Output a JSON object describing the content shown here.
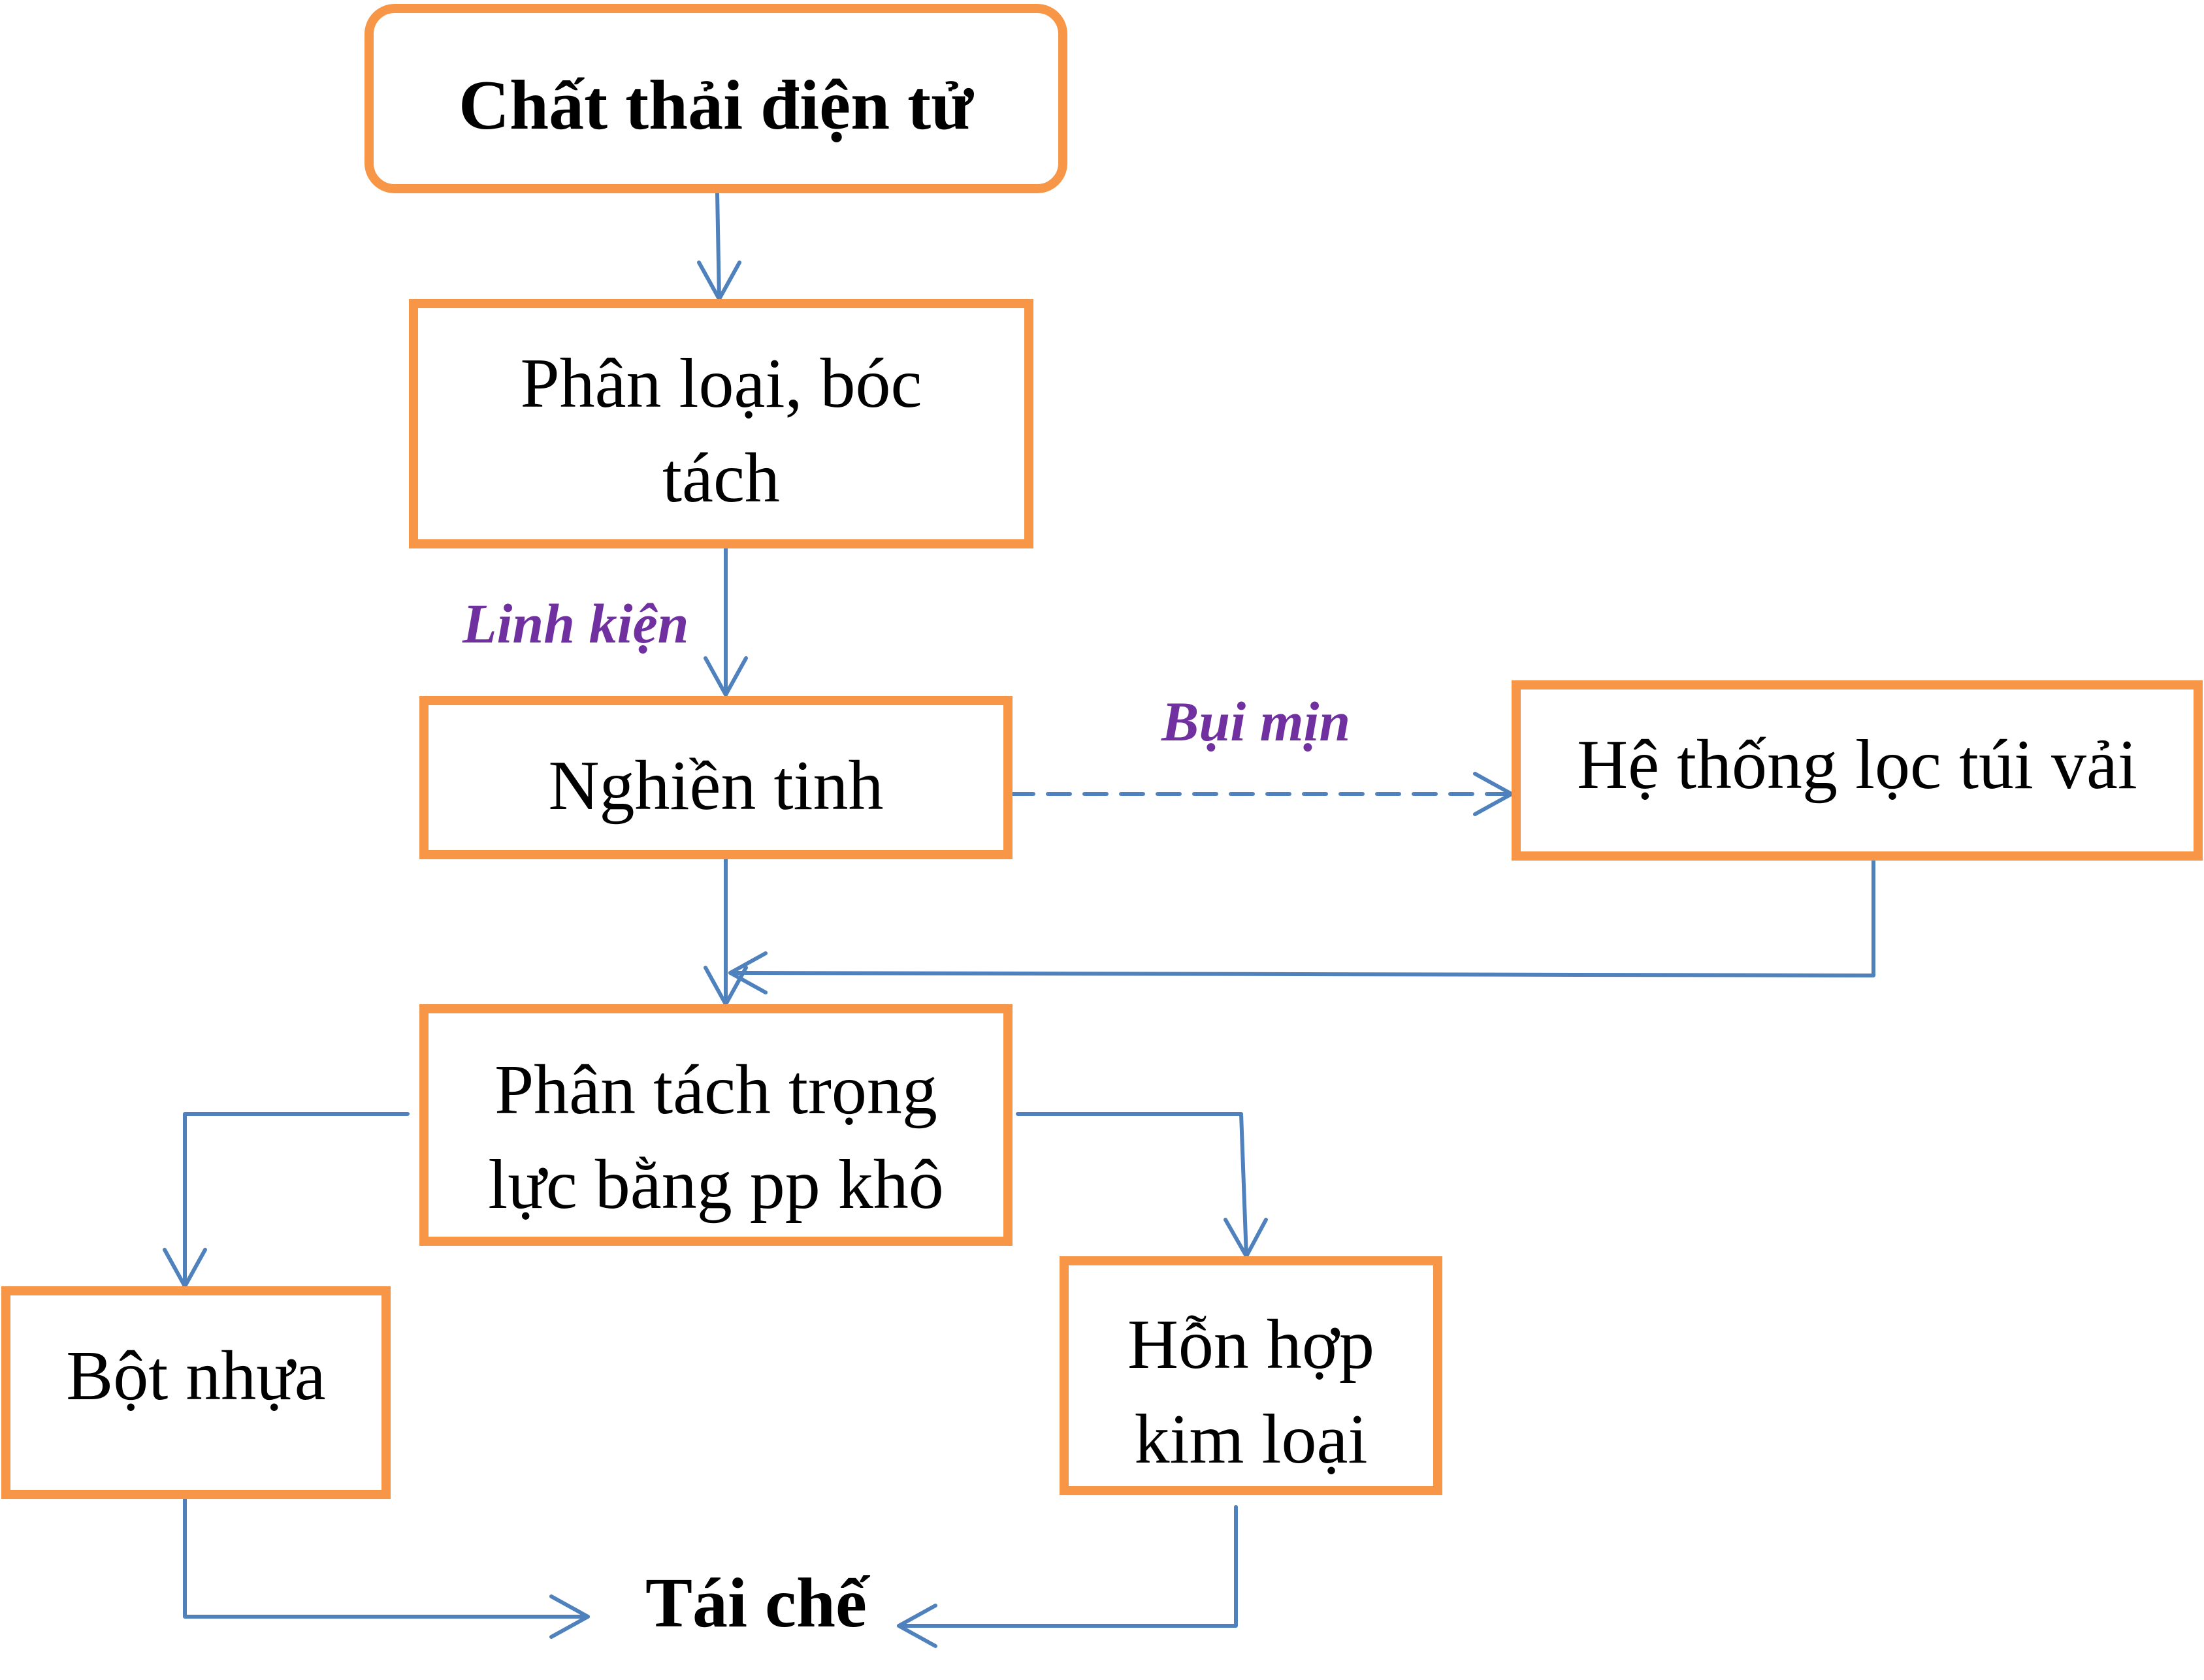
{
  "colors": {
    "box_border": "#F79646",
    "arrow": "#4F81BD",
    "edge_label": "#7030A0",
    "text": "#000000"
  },
  "nodes": {
    "e_waste": "Chất thải điện tử",
    "sorting": "Phân loại, bóc tách",
    "fine_grinding": "Nghiền tinh",
    "bag_filter": "Hệ thống lọc túi vải",
    "gravity_separation": "Phân tách trọng lực bằng pp khô",
    "plastic_powder": "Bột nhựa",
    "metal_mix": "Hỗn hợp kim loại",
    "recycling": "Tái chế"
  },
  "edge_labels": {
    "components": "Linh kiện",
    "fine_dust": "Bụi mịn"
  }
}
